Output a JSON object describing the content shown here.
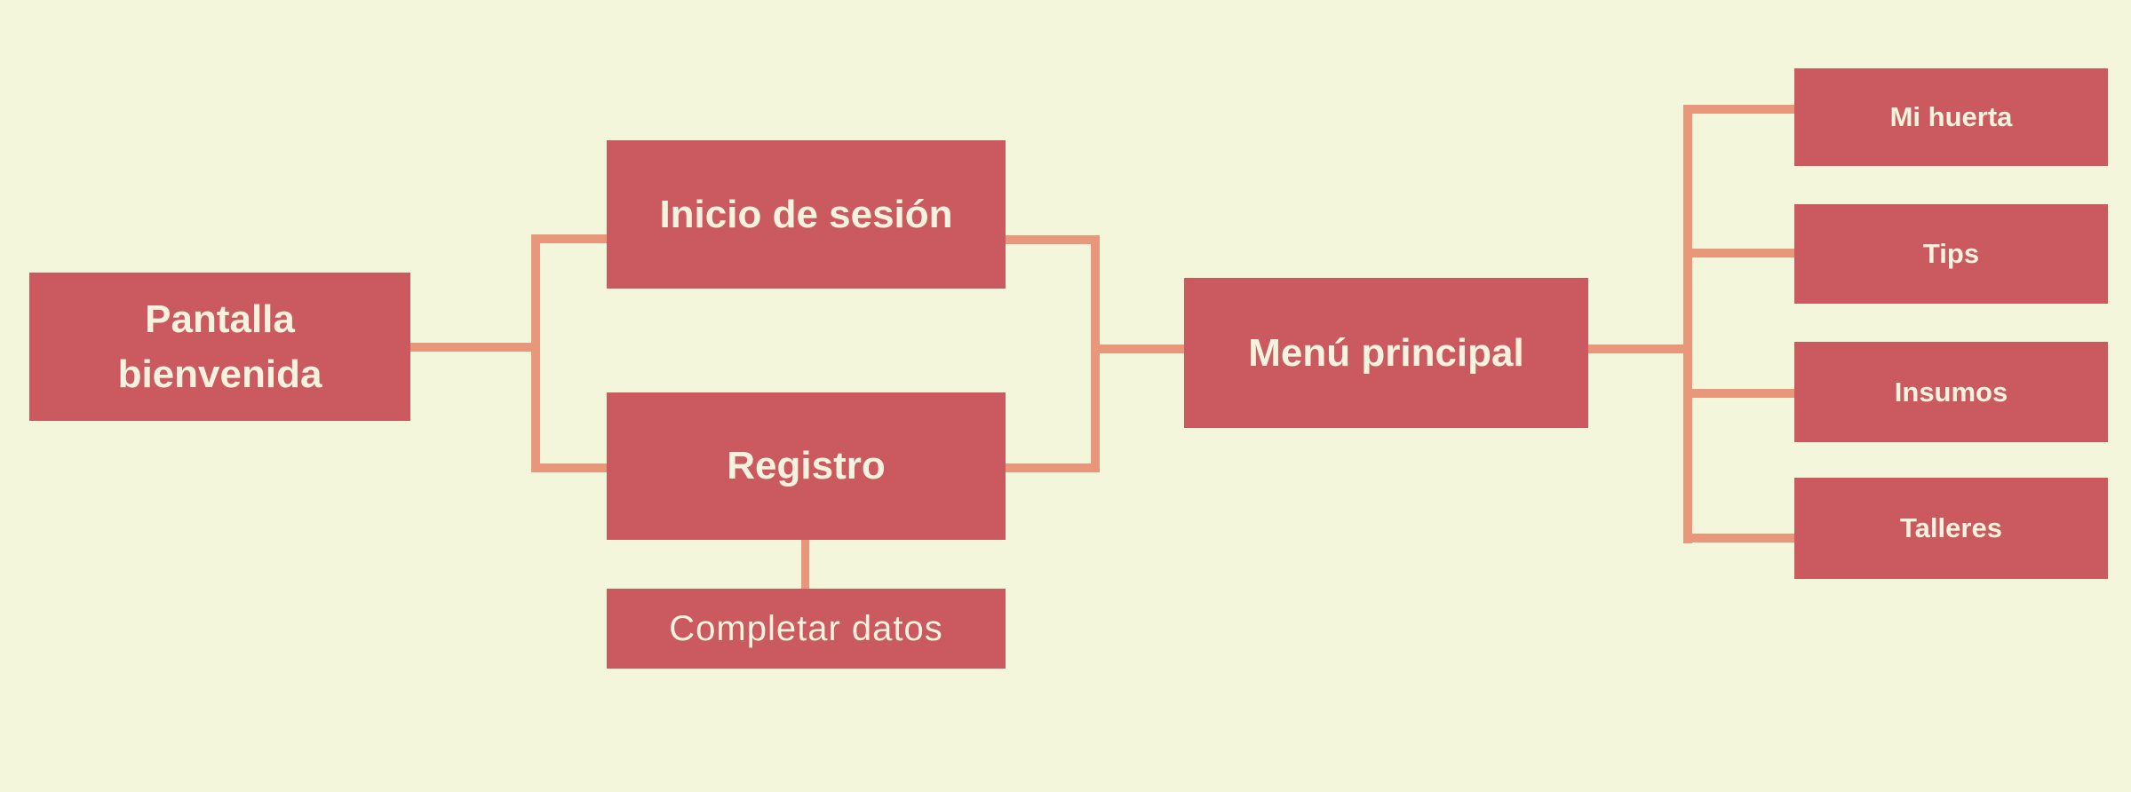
{
  "colors": {
    "background": "#f4f6dc",
    "node_fill": "#cb5a60",
    "connector": "#e9977b",
    "node_text": "#f5f2dd"
  },
  "diagram": {
    "nodes": {
      "pantalla": {
        "label": "Pantalla bienvenida"
      },
      "inicio": {
        "label": "Inicio de sesión"
      },
      "registro": {
        "label": "Registro"
      },
      "completar": {
        "label": "Completar datos"
      },
      "menu": {
        "label": "Menú principal"
      },
      "mi_huerta": {
        "label": "Mi huerta"
      },
      "tips": {
        "label": "Tips"
      },
      "insumos": {
        "label": "Insumos"
      },
      "talleres": {
        "label": "Talleres"
      }
    },
    "edges": [
      {
        "from": "pantalla",
        "to": "inicio"
      },
      {
        "from": "pantalla",
        "to": "registro"
      },
      {
        "from": "inicio",
        "to": "menu"
      },
      {
        "from": "registro",
        "to": "menu"
      },
      {
        "from": "registro",
        "to": "completar"
      },
      {
        "from": "menu",
        "to": "mi_huerta"
      },
      {
        "from": "menu",
        "to": "tips"
      },
      {
        "from": "menu",
        "to": "insumos"
      },
      {
        "from": "menu",
        "to": "talleres"
      }
    ]
  }
}
